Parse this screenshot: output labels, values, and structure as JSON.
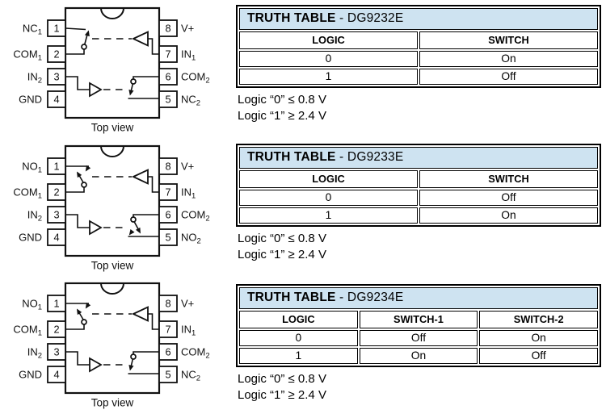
{
  "colors": {
    "table_title_bg": "#cee3f1",
    "line": "#111111"
  },
  "sections": [
    {
      "device": "DG9232E",
      "diagram": {
        "caption": "Top view",
        "left_pins": [
          {
            "num": "1",
            "name": "NC",
            "sub": "1"
          },
          {
            "num": "2",
            "name": "COM",
            "sub": "1"
          },
          {
            "num": "3",
            "name": "IN",
            "sub": "2"
          },
          {
            "num": "4",
            "name": "GND",
            "sub": ""
          }
        ],
        "right_pins": [
          {
            "num": "8",
            "name": "V+",
            "sub": ""
          },
          {
            "num": "7",
            "name": "IN",
            "sub": "1"
          },
          {
            "num": "6",
            "name": "COM",
            "sub": "2"
          },
          {
            "num": "5",
            "name": "NC",
            "sub": "2"
          }
        ],
        "switch1_state": "closed",
        "switch2_state": "closed"
      },
      "table": {
        "title_bold": "TRUTH TABLE",
        "title_rest": " - DG9232E",
        "columns": [
          "LOGIC",
          "SWITCH"
        ],
        "rows": [
          [
            "0",
            "On"
          ],
          [
            "1",
            "Off"
          ]
        ]
      },
      "notes": [
        "Logic “0” ≤ 0.8 V",
        "Logic “1” ≥ 2.4 V"
      ]
    },
    {
      "device": "DG9233E",
      "diagram": {
        "caption": "Top view",
        "left_pins": [
          {
            "num": "1",
            "name": "NO",
            "sub": "1"
          },
          {
            "num": "2",
            "name": "COM",
            "sub": "1"
          },
          {
            "num": "3",
            "name": "IN",
            "sub": "2"
          },
          {
            "num": "4",
            "name": "GND",
            "sub": ""
          }
        ],
        "right_pins": [
          {
            "num": "8",
            "name": "V+",
            "sub": ""
          },
          {
            "num": "7",
            "name": "IN",
            "sub": "1"
          },
          {
            "num": "6",
            "name": "COM",
            "sub": "2"
          },
          {
            "num": "5",
            "name": "NO",
            "sub": "2"
          }
        ],
        "switch1_state": "open",
        "switch2_state": "open"
      },
      "table": {
        "title_bold": "TRUTH TABLE",
        "title_rest": " - DG9233E",
        "columns": [
          "LOGIC",
          "SWITCH"
        ],
        "rows": [
          [
            "0",
            "Off"
          ],
          [
            "1",
            "On"
          ]
        ]
      },
      "notes": [
        "Logic “0” ≤ 0.8 V",
        "Logic “1” ≥ 2.4 V"
      ]
    },
    {
      "device": "DG9234E",
      "diagram": {
        "caption": "Top view",
        "left_pins": [
          {
            "num": "1",
            "name": "NO",
            "sub": "1"
          },
          {
            "num": "2",
            "name": "COM",
            "sub": "1"
          },
          {
            "num": "3",
            "name": "IN",
            "sub": "2"
          },
          {
            "num": "4",
            "name": "GND",
            "sub": ""
          }
        ],
        "right_pins": [
          {
            "num": "8",
            "name": "V+",
            "sub": ""
          },
          {
            "num": "7",
            "name": "IN",
            "sub": "1"
          },
          {
            "num": "6",
            "name": "COM",
            "sub": "2"
          },
          {
            "num": "5",
            "name": "NC",
            "sub": "2"
          }
        ],
        "switch1_state": "open",
        "switch2_state": "closed"
      },
      "table": {
        "title_bold": "TRUTH TABLE",
        "title_rest": " - DG9234E",
        "columns": [
          "LOGIC",
          "SWITCH-1",
          "SWITCH-2"
        ],
        "rows": [
          [
            "0",
            "Off",
            "On"
          ],
          [
            "1",
            "On",
            "Off"
          ]
        ]
      },
      "notes": [
        "Logic “0” ≤ 0.8 V",
        "Logic “1” ≥ 2.4 V"
      ]
    }
  ]
}
